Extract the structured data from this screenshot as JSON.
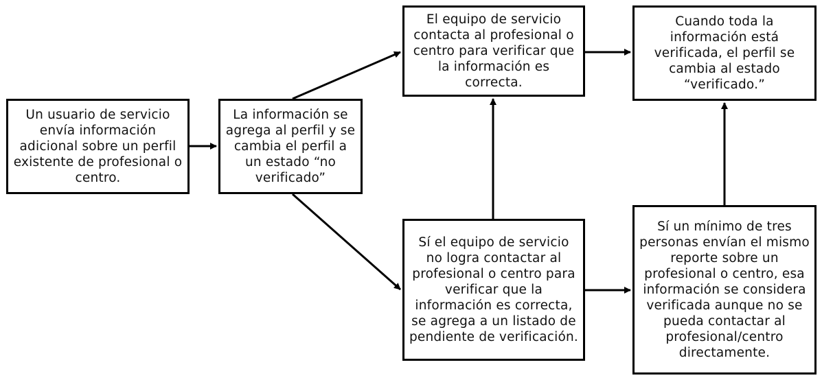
{
  "diagram": {
    "boxes": [
      {
        "id": "box-1",
        "text": "Un usuario de servicio envía información adicional sobre un perfil existente de profesional o centro."
      },
      {
        "id": "box-2",
        "text": "La información se agrega al perfil y se cambia el perfil a un estado “no verificado”"
      },
      {
        "id": "box-3",
        "text": "El equipo de servicio contacta al profesional o centro para verificar que la información es correcta."
      },
      {
        "id": "box-4",
        "text": "Cuando toda la información está verificada, el perfil se cambia al estado “verificado.”"
      },
      {
        "id": "box-5",
        "text": "Sí el equipo de servicio no logra contactar al profesional o centro para verificar que la información es correcta, se agrega a un listado de pendiente de verificación."
      },
      {
        "id": "box-6",
        "text": "Sí un mínimo de tres personas envían el mismo reporte sobre un profesional o centro, esa información se considera verificada aunque no se pueda contactar al profesional/centro directamente."
      }
    ],
    "connections": [
      {
        "from": "box-1",
        "to": "box-2"
      },
      {
        "from": "box-2",
        "to": "box-3"
      },
      {
        "from": "box-2",
        "to": "box-5"
      },
      {
        "from": "box-3",
        "to": "box-4"
      },
      {
        "from": "box-5",
        "to": "box-3"
      },
      {
        "from": "box-5",
        "to": "box-6"
      },
      {
        "from": "box-6",
        "to": "box-4"
      }
    ],
    "colors": {
      "line": "#000000",
      "box_border": "#000000",
      "background": "#ffffff",
      "text": "#111111"
    }
  }
}
